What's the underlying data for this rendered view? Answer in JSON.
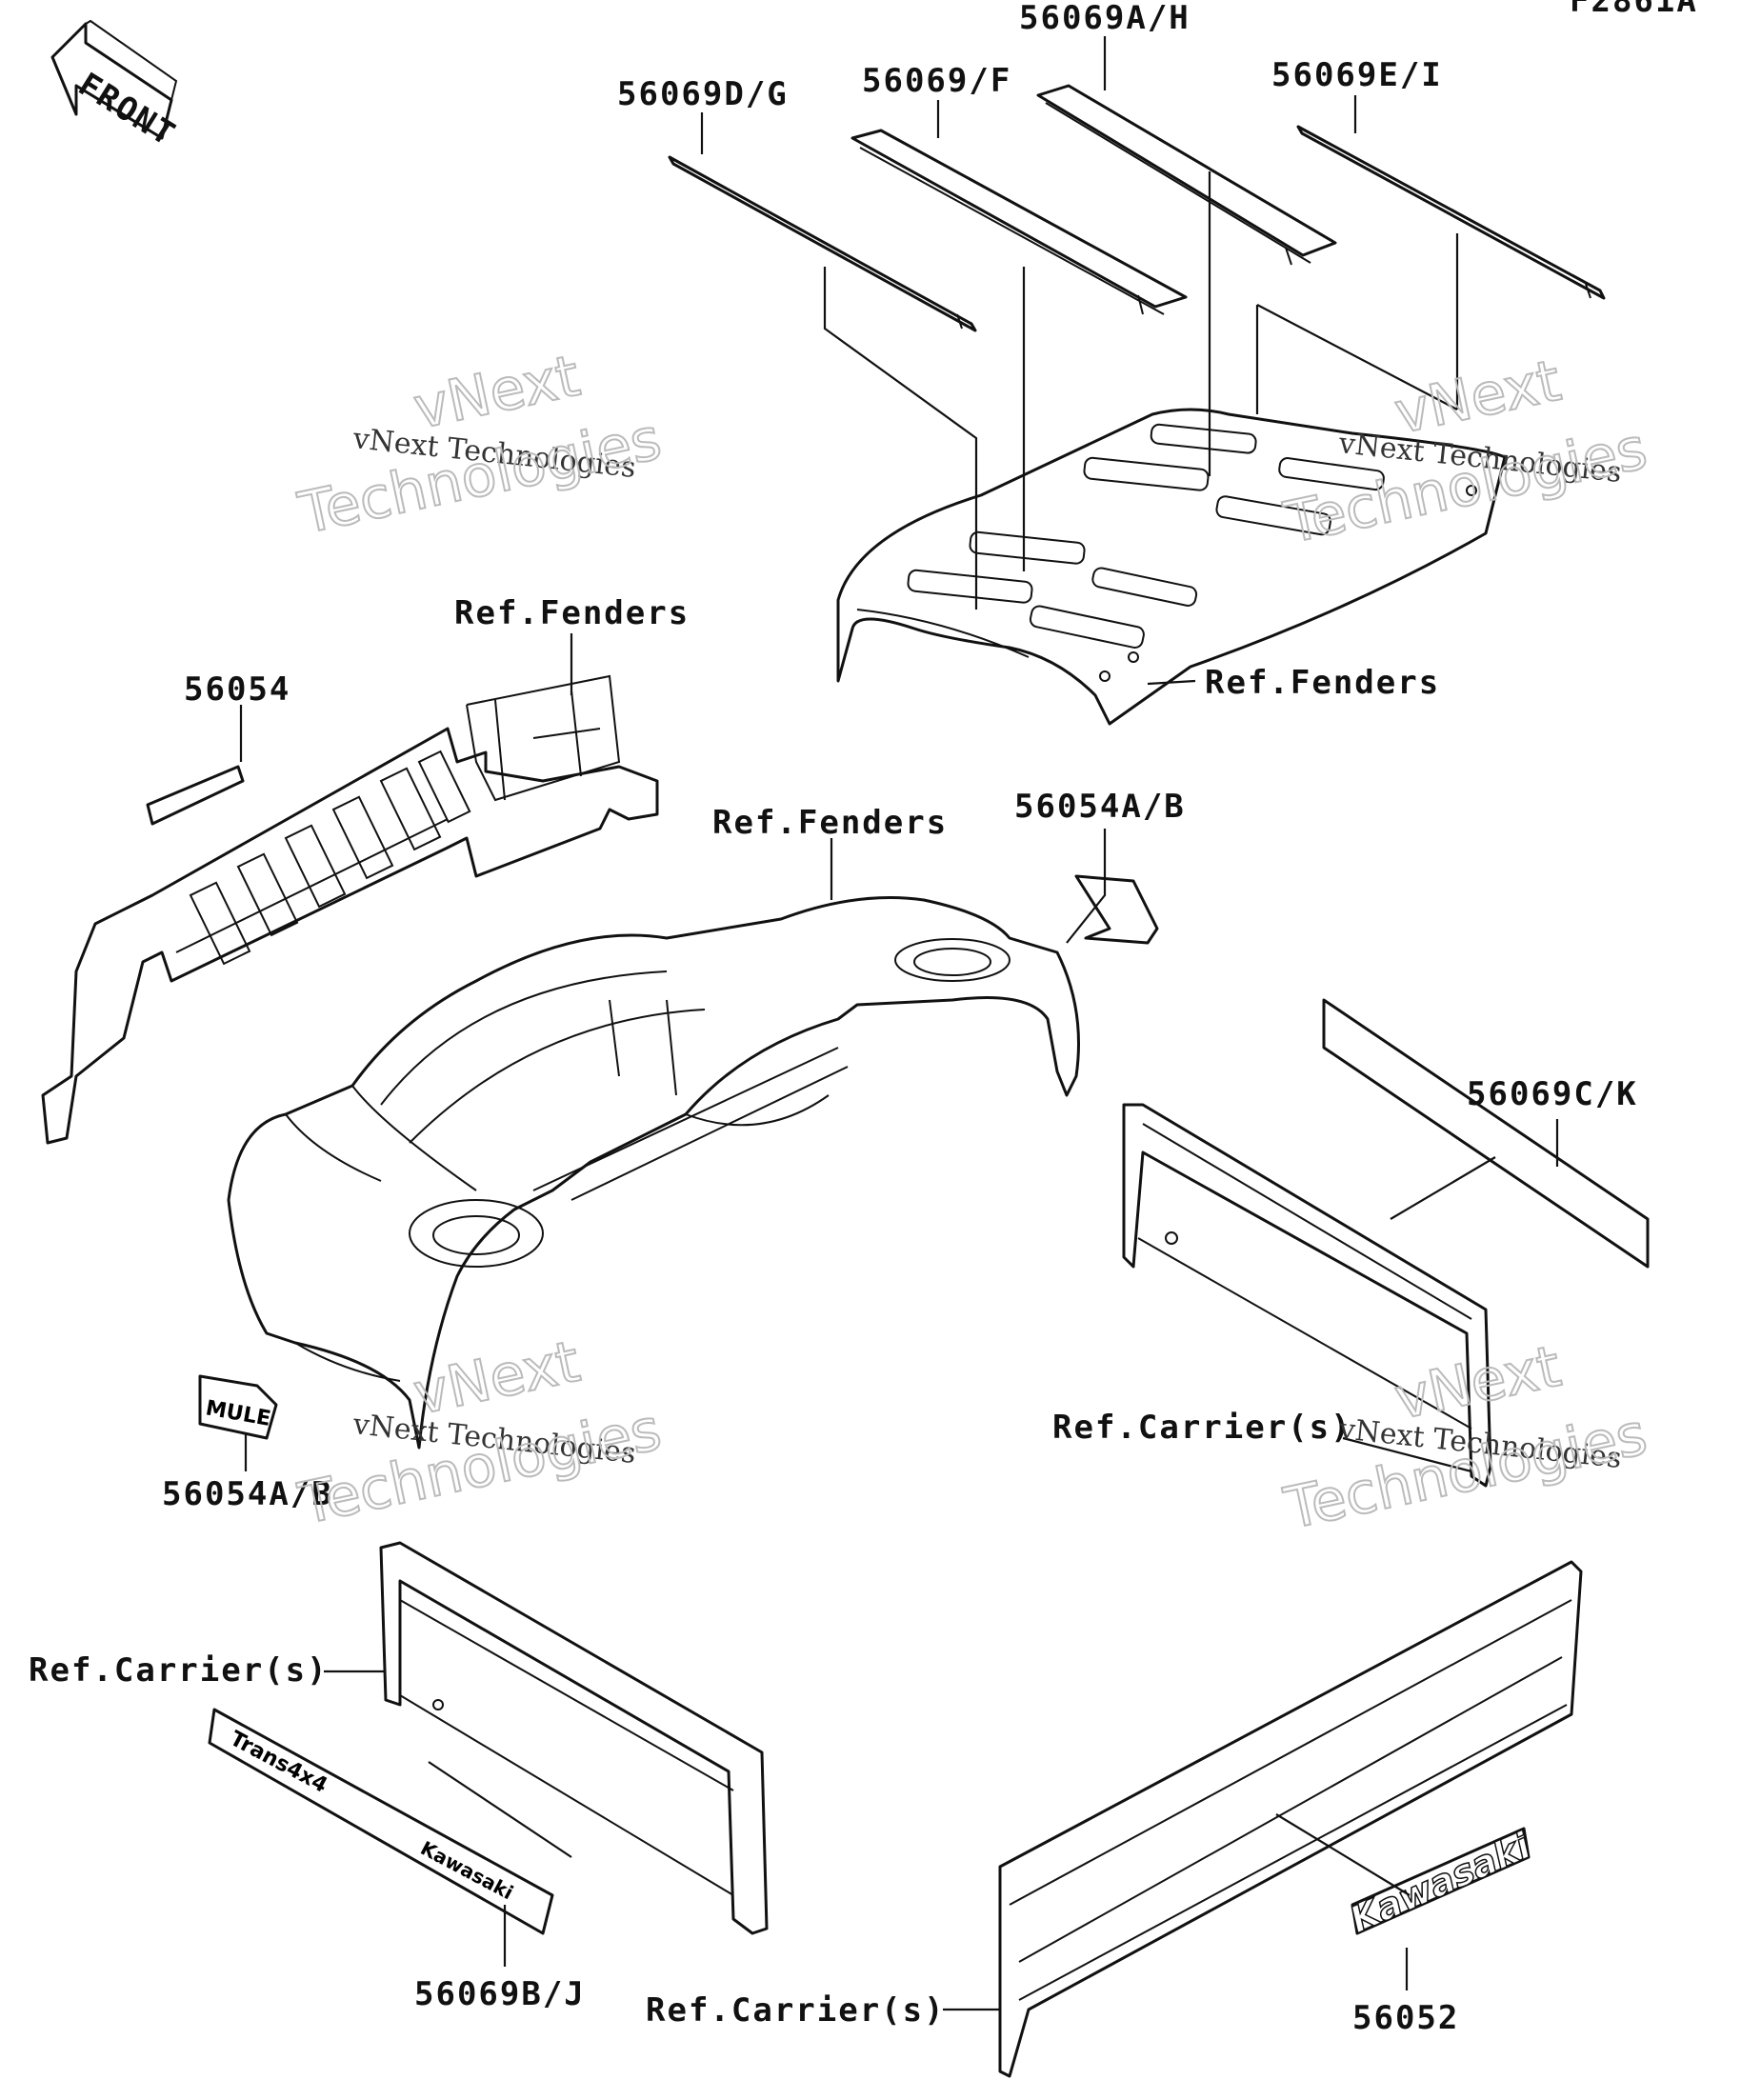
{
  "figure_code": "F2861A",
  "front_indicator": "FRONT",
  "watermark": {
    "line1": "vNext Technologies",
    "line2": "vNext",
    "line3": "Technologies"
  },
  "labels": {
    "p56069AH": "56069A/H",
    "p56069DG": "56069D/G",
    "p56069F": "56069/F",
    "p56069EI": "56069E/I",
    "ref_fenders_top": "Ref.Fenders",
    "ref_fenders_right": "Ref.Fenders",
    "ref_fenders_mid": "Ref.Fenders",
    "p56054": "56054",
    "p56054AB_right": "56054A/B",
    "p56069CK": "56069C/K",
    "ref_carrier_right": "Ref.Carrier(s)",
    "p56054AB_left": "56054A/B",
    "ref_carrier_left": "Ref.Carrier(s)",
    "p56069BJ": "56069B/J",
    "ref_carrier_bottom": "Ref.Carrier(s)",
    "p56052": "56052"
  },
  "decal_text": {
    "mule": "MULE",
    "trans": "Trans4x4",
    "kawasaki_small": "Kawasaki",
    "kawasaki_large": "Kawasaki"
  }
}
